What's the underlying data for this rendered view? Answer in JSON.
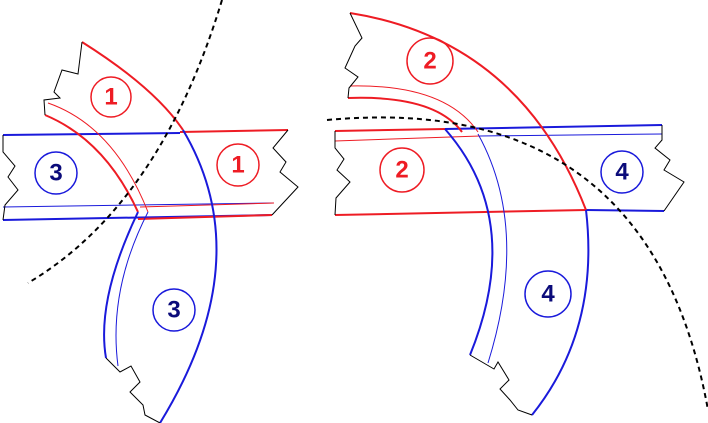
{
  "colors": {
    "red": "#ee1c24",
    "blue": "#1a1adb",
    "navy": "#0b0b7a",
    "black": "#000000",
    "background": "#ffffff"
  },
  "labels": {
    "left_arc_red": "1",
    "left_strip_red": "1",
    "left_strip_blue": "3",
    "left_arc_blue": "3",
    "right_arc_red": "2",
    "right_strip_red": "2",
    "right_strip_blue": "4",
    "right_arc_blue": "4"
  }
}
